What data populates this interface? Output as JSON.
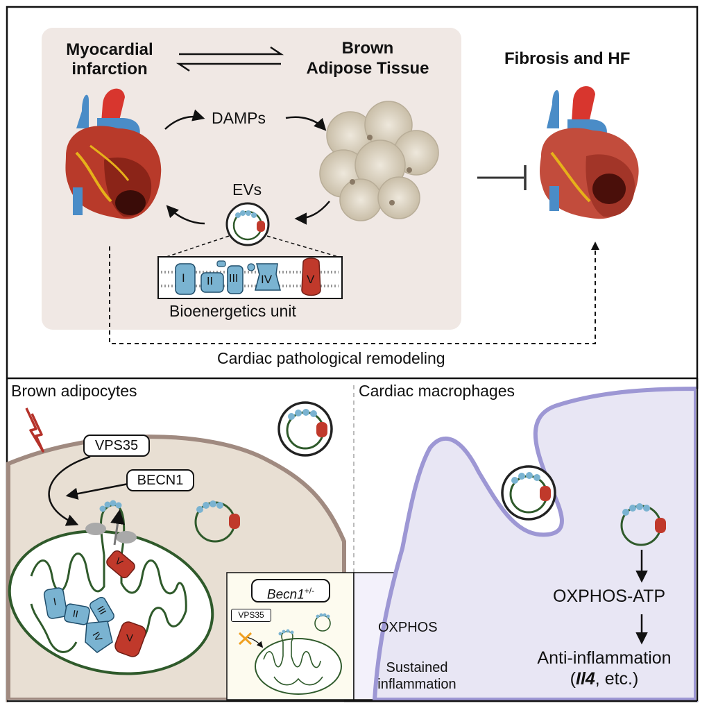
{
  "top": {
    "left_title_line1": "Myocardial",
    "left_title_line2": "infarction",
    "mid_title_line1": "Brown",
    "mid_title_line2": "Adipose Tissue",
    "right_title": "Fibrosis and HF",
    "damps": "DAMPs",
    "evs": "EVs",
    "complexes": [
      "I",
      "II",
      "III",
      "IV",
      "V"
    ],
    "bioenergetics": "Bioenergetics unit",
    "remodeling": "Cardiac pathological remodeling"
  },
  "bottom_left": {
    "title": "Brown adipocytes",
    "vps35": "VPS35",
    "becn1": "BECN1",
    "complexes": [
      "I",
      "II",
      "III",
      "IV",
      "V"
    ],
    "inset_gene": "Becn1",
    "inset_sup": "+/-",
    "inset_vps35": "VPS35",
    "inset_oxphos": "OXPHOS",
    "inset_sustained": "Sustained",
    "inset_inflammation": "inflammation"
  },
  "bottom_right": {
    "title": "Cardiac macrophages",
    "oxphos_atp": "OXPHOS-ATP",
    "anti": "Anti-inflammation",
    "gene": "Il4",
    "etc": ", etc.)"
  },
  "colors": {
    "blue": "#7ab3d1",
    "red": "#c0392b",
    "beige_panel": "#f0e8e4",
    "cell_fill": "#e8dfd3",
    "cell_border": "#a08a80",
    "macrophage_fill": "#e8e6f4",
    "macrophage_border": "#9d97d4",
    "green_membrane": "#2f5a2b"
  }
}
